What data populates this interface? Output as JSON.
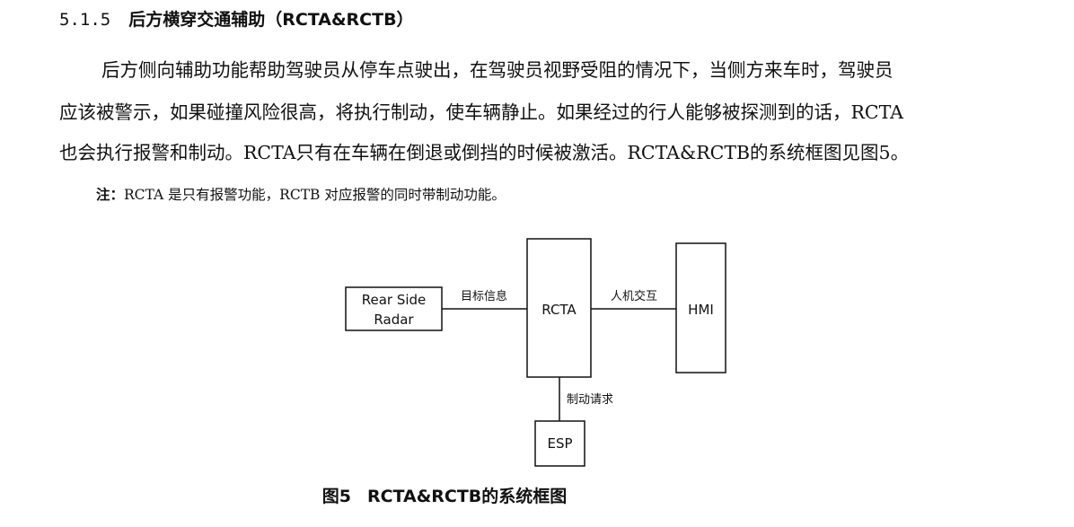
{
  "section": {
    "number": "5.1.5",
    "title": "后方横穿交通辅助（RCTA&RCTB）"
  },
  "body": {
    "line1": "后方侧向辅助功能帮助驾驶员从停车点驶出，在驾驶员视野受阻的情况下，当侧方来车时，驾驶员",
    "line2": "应该被警示，如果碰撞风险很高，将执行制动，使车辆静止。如果经过的行人能够被探测到的话，RCTA",
    "line3": "也会执行报警和制动。RCTA只有在车辆在倒退或倒挡的时候被激活。RCTA&RCTB的系统框图见图5。"
  },
  "note": {
    "label": "注：",
    "text": "RCTA 是只有报警功能，RCTB 对应报警的同时带制动功能。"
  },
  "diagram": {
    "radar_line1": "Rear Side",
    "radar_line2": "Radar",
    "rcta": "RCTA",
    "hmi": "HMI",
    "esp": "ESP",
    "link_radar_rcta": "目标信息",
    "link_rcta_hmi": "人机交互",
    "link_rcta_esp": "制动请求"
  },
  "caption": {
    "figure": "图5",
    "title": "RCTA&RCTB的系统框图"
  }
}
